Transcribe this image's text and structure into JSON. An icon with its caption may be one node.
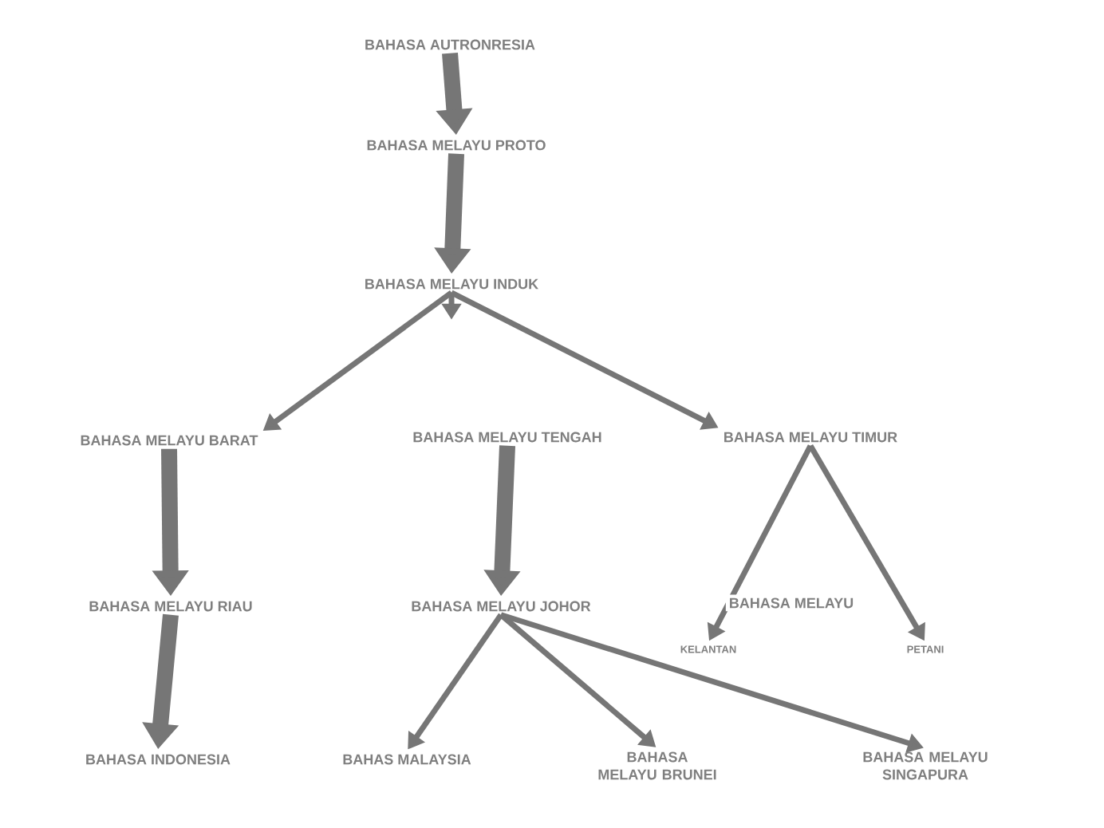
{
  "diagram": {
    "nodes": [
      {
        "text": [
          "BAHASA AUTRONRESIA"
        ]
      },
      {
        "text": [
          "BAHASA MELAYU PROTO"
        ]
      },
      {
        "text": [
          "BAHASA MELAYU INDUK"
        ]
      },
      {
        "text": [
          "BAHASA MELAYU BARAT"
        ]
      },
      {
        "text": [
          "BAHASA MELAYU TENGAH"
        ]
      },
      {
        "text": [
          "BAHASA MELAYU TIMUR"
        ]
      },
      {
        "text": [
          "BAHASA MELAYU RIAU"
        ]
      },
      {
        "text": [
          "BAHASA MELAYU JOHOR"
        ]
      },
      {
        "text": [
          "KELANTAN"
        ]
      },
      {
        "text": [
          "PETANI"
        ]
      },
      {
        "text": [
          "BAHASA INDONESIA"
        ]
      },
      {
        "text": [
          "BAHAS MALAYSIA"
        ]
      },
      {
        "text": [
          "BAHASA MELAYU BRUNEI"
        ]
      },
      {
        "text": [
          "BAHASA MELAYU SINGAPURA"
        ]
      }
    ],
    "edges": [
      {
        "from": 0,
        "to": 1,
        "arrow": "to",
        "style": "thick"
      },
      {
        "from": 1,
        "to": 2,
        "arrow": "to",
        "style": "thick"
      },
      {
        "from": 2,
        "to": 3,
        "arrow": "to"
      },
      {
        "from": 2,
        "to": null,
        "arrow": "to"
      },
      {
        "from": 2,
        "to": 5,
        "arrow": "to"
      },
      {
        "from": 3,
        "to": 6,
        "arrow": "to",
        "style": "thick"
      },
      {
        "from": 4,
        "to": 7,
        "arrow": "to",
        "style": "thick"
      },
      {
        "from": 5,
        "to": 8,
        "arrow": "to"
      },
      {
        "from": 5,
        "to": 9,
        "arrow": "to"
      },
      {
        "from": 6,
        "to": 10,
        "arrow": "to",
        "style": "thick"
      },
      {
        "from": 7,
        "to": 11,
        "arrow": "to"
      },
      {
        "from": 7,
        "to": 12,
        "arrow": "to"
      },
      {
        "from": 7,
        "to": 13,
        "arrow": "to"
      }
    ],
    "labels": [
      "BAHASA MELAYU"
    ]
  }
}
